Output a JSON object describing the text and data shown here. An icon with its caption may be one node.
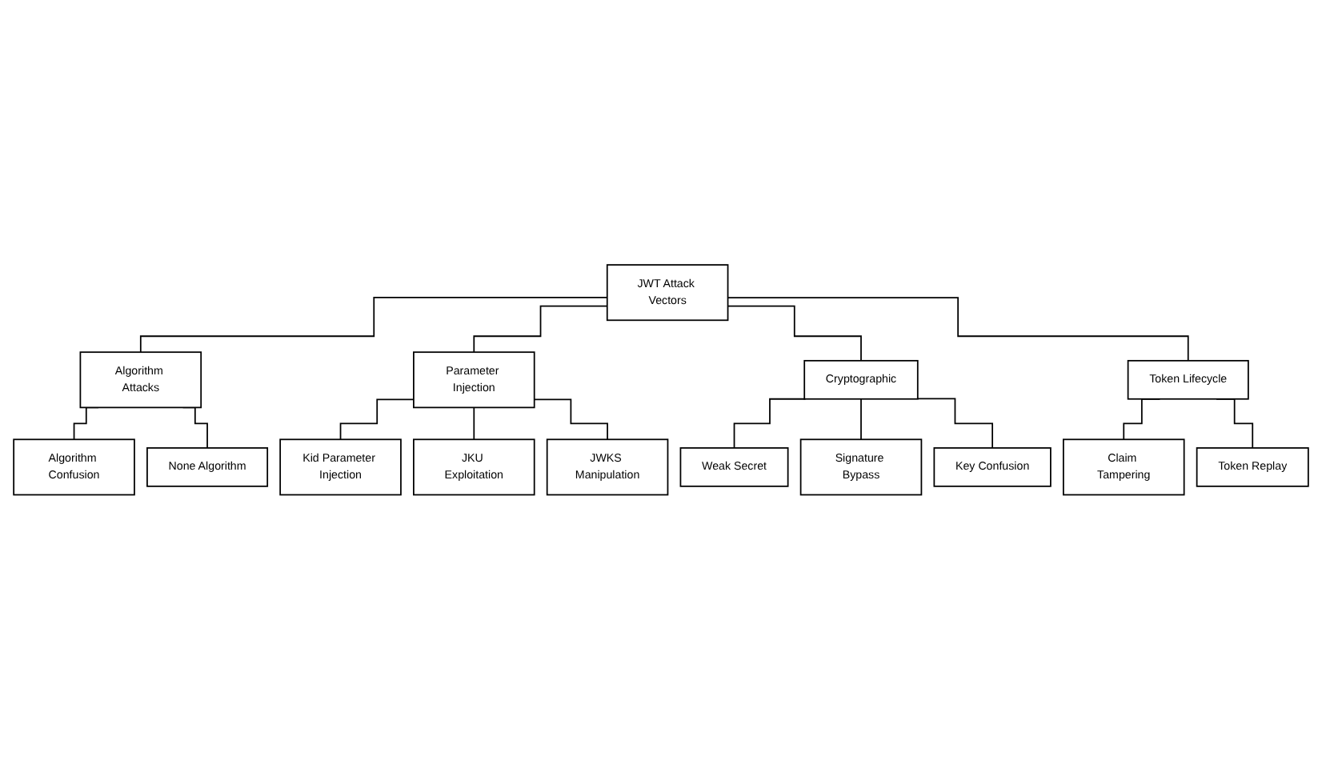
{
  "diagram": {
    "nodes": [
      {
        "text": [
          "JWT Attack Vectors"
        ]
      },
      {
        "text": [
          "Algorithm Attacks"
        ]
      },
      {
        "text": [
          "Algorithm Confusion"
        ]
      },
      {
        "text": [
          "None Algorithm"
        ]
      },
      {
        "text": [
          "Parameter Injection"
        ]
      },
      {
        "text": [
          "Kid Parameter Injection"
        ]
      },
      {
        "text": [
          "JKU Exploitation"
        ]
      },
      {
        "text": [
          "JWKS Manipulation"
        ]
      },
      {
        "text": [
          "Cryptographic"
        ]
      },
      {
        "text": [
          "Weak Secret"
        ]
      },
      {
        "text": [
          "Signature Bypass"
        ]
      },
      {
        "text": [
          "Key Confusion"
        ]
      },
      {
        "text": [
          "Token Lifecycle"
        ]
      },
      {
        "text": [
          "Claim Tampering"
        ]
      },
      {
        "text": [
          "Token Replay"
        ]
      }
    ],
    "edges": [
      {
        "from": 0,
        "to": 1,
        "arrow": "none"
      },
      {
        "from": 0,
        "to": 4,
        "arrow": "none"
      },
      {
        "from": 0,
        "to": 8,
        "arrow": "none"
      },
      {
        "from": 0,
        "to": 12,
        "arrow": "none"
      },
      {
        "from": 1,
        "to": 2,
        "arrow": "none"
      },
      {
        "from": 1,
        "to": 3,
        "arrow": "none"
      },
      {
        "from": 4,
        "to": 5,
        "arrow": "none"
      },
      {
        "from": 4,
        "to": 6,
        "arrow": "none"
      },
      {
        "from": 4,
        "to": 7,
        "arrow": "none"
      },
      {
        "from": 8,
        "to": 9,
        "arrow": "none"
      },
      {
        "from": 8,
        "to": 10,
        "arrow": "none"
      },
      {
        "from": 8,
        "to": 11,
        "arrow": "none"
      },
      {
        "from": 12,
        "to": 13,
        "arrow": "none"
      },
      {
        "from": 12,
        "to": 14,
        "arrow": "none"
      }
    ]
  }
}
